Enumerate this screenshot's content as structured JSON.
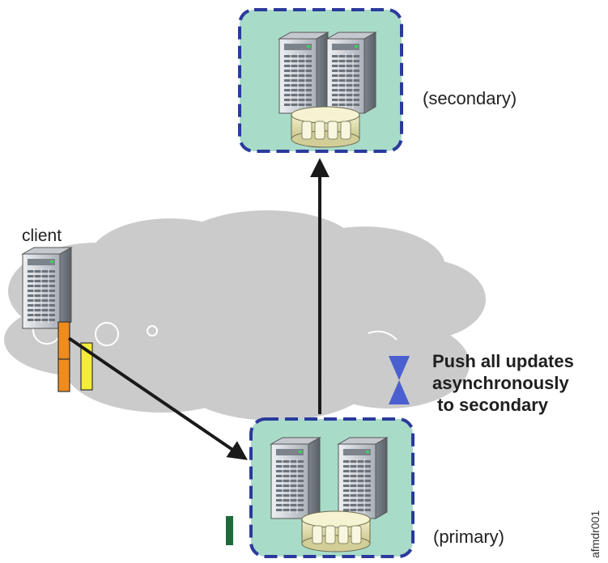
{
  "labels": {
    "client": "client",
    "secondary": "(secondary)",
    "primary": "(primary)",
    "push_note": "Push all updates\nasynchronously\n to secondary",
    "figure_id": "afmdr001"
  },
  "icons": {
    "cloud": "network-cloud-icon",
    "server": "server-tower-icon",
    "storage": "disk-storage-icon",
    "hourglass": "hourglass-icon"
  },
  "colors": {
    "site_fill": "#a9dbc9",
    "site_border": "#2a3a9c",
    "cloud_fill": "#cbcbcb",
    "arrow": "#1a1a1a",
    "hourglass": "#4a5fd0",
    "update_orange": "#f08c1e",
    "update_yellow": "#f5ec3a",
    "marker_green": "#1d6a3a"
  }
}
